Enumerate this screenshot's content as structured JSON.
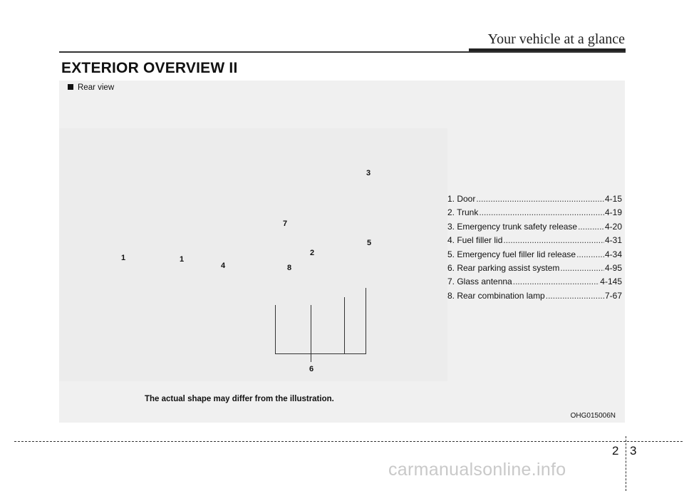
{
  "header": {
    "title": "Your vehicle at a glance"
  },
  "section": {
    "title": "EXTERIOR OVERVIEW II"
  },
  "panel": {
    "view_label": "Rear view",
    "callouts": [
      "1",
      "1",
      "4",
      "7",
      "8",
      "2",
      "3",
      "5",
      "6"
    ],
    "legend": [
      {
        "label": "1. Door",
        "page": "4-15"
      },
      {
        "label": "2. Trunk",
        "page": "4-19"
      },
      {
        "label": "3. Emergency trunk safety release",
        "page": "4-20"
      },
      {
        "label": "4. Fuel filler lid",
        "page": "4-31"
      },
      {
        "label": "5. Emergency fuel filler lid release",
        "page": "4-34"
      },
      {
        "label": "6. Rear parking assist system",
        "page": "4-95"
      },
      {
        "label": "7. Glass antenna",
        "page": "4-145"
      },
      {
        "label": "8. Rear combination lamp",
        "page": "7-67"
      }
    ],
    "disclaimer": "The actual shape may differ from the illustration.",
    "image_code": "OHG015006N"
  },
  "footer": {
    "chapter": "2",
    "page": "3"
  },
  "watermark": "carmanualsonline.info"
}
